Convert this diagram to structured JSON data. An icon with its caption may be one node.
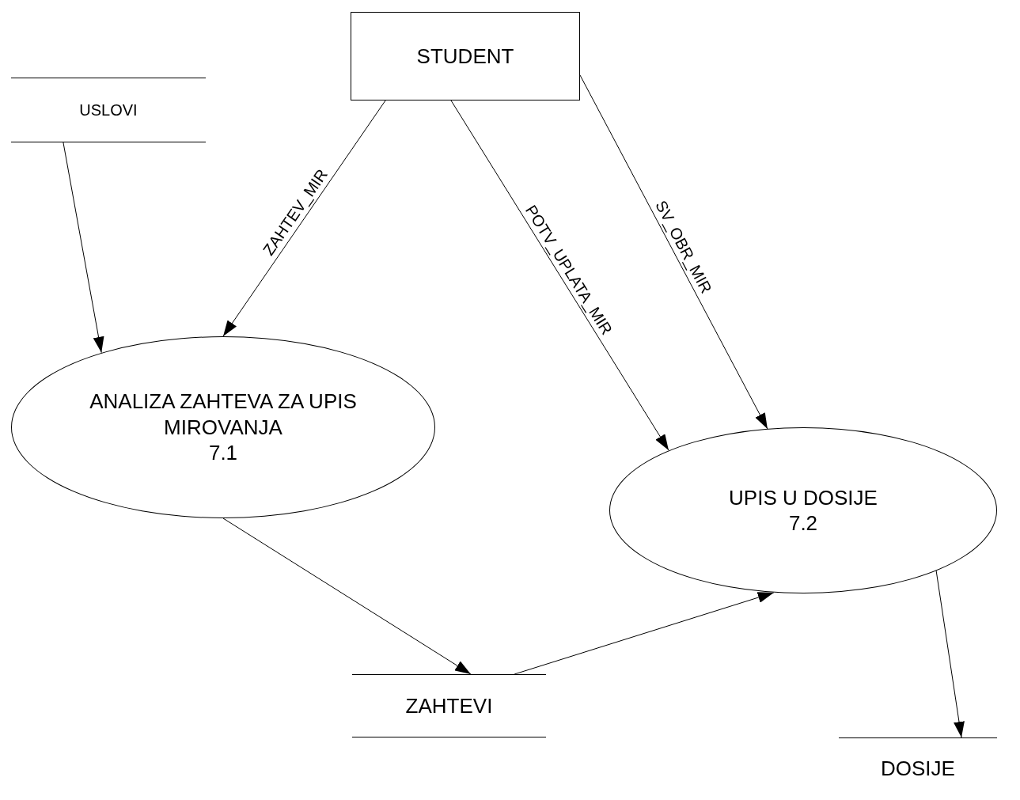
{
  "diagram": {
    "nodes": [
      {
        "text": [
          "STUDENT"
        ]
      },
      {
        "text": [
          "USLOVI"
        ]
      },
      {
        "text": [
          "ANALIZA ZAHTEVA ZA UPIS MIROVANJA",
          "7.1"
        ]
      },
      {
        "text": [
          "UPIS U DOSIJE",
          "7.2"
        ]
      },
      {
        "text": [
          "ZAHTEVI"
        ]
      },
      {
        "text": [
          "DOSIJE"
        ]
      }
    ],
    "edges": [
      {
        "from": 0,
        "to": 2,
        "arrow": "to",
        "label": "ZAHTEV_MIR"
      },
      {
        "from": 1,
        "to": 2,
        "arrow": "to"
      },
      {
        "from": 0,
        "to": 3,
        "arrow": "to",
        "label": "POTV_UPLATA_MIR"
      },
      {
        "from": 0,
        "to": 3,
        "arrow": "to",
        "label": "SV_OBR_MIR"
      },
      {
        "from": 2,
        "to": 4,
        "arrow": "to"
      },
      {
        "from": 4,
        "to": 3,
        "arrow": "to"
      },
      {
        "from": 3,
        "to": 5,
        "arrow": "to"
      }
    ]
  }
}
